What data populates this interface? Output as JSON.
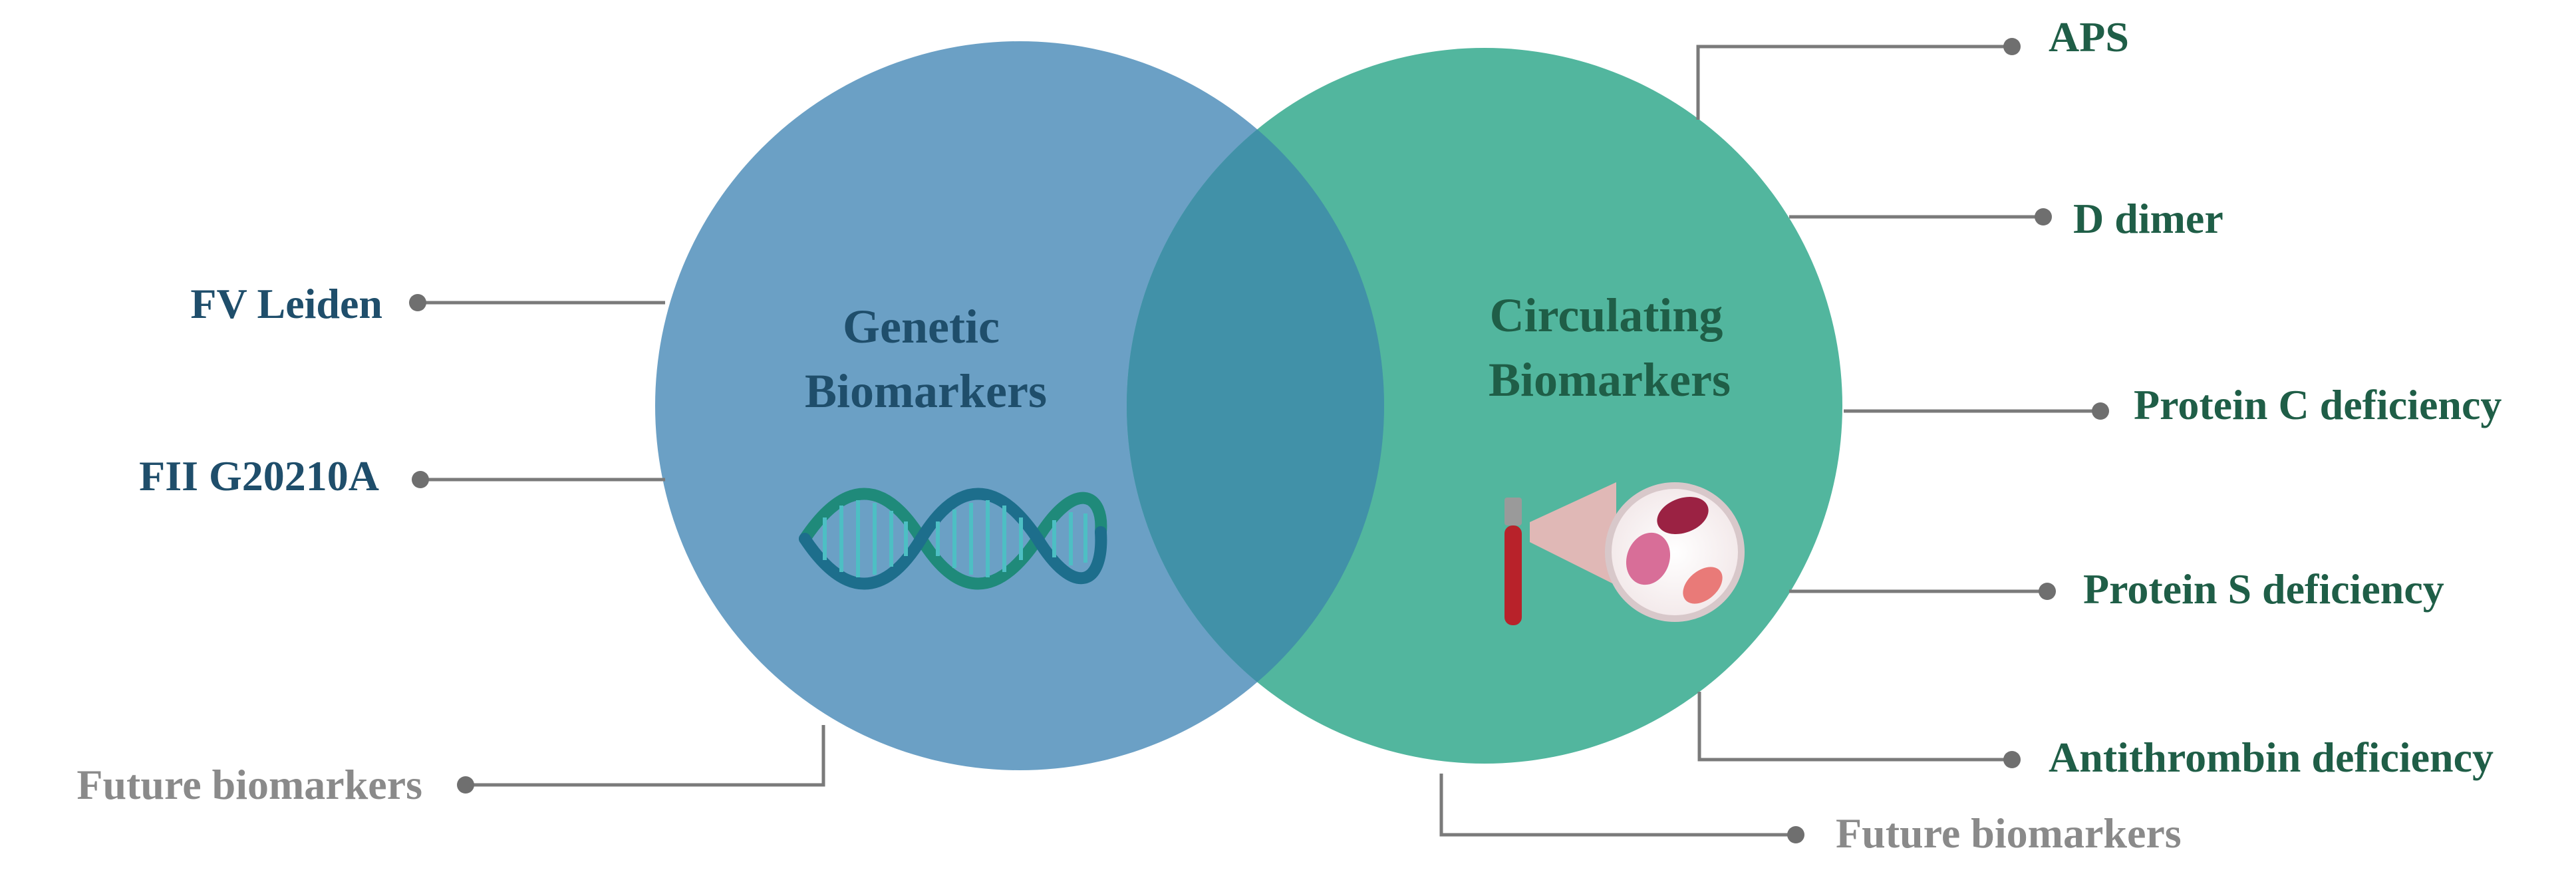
{
  "colors": {
    "genetic_circle": "#5b96bf",
    "circulating_circle": "#3fae94",
    "overlap": "#4191a8",
    "genetic_text": "#1f4e6b",
    "circulating_text": "#1f5e47",
    "future_text": "#8a8a8a",
    "connector": "#7a7a7a"
  },
  "genetic": {
    "title_line1": "Genetic",
    "title_line2": "Biomarkers",
    "icon": "dna-icon",
    "labels": [
      "FV Leiden",
      "FII G20210A"
    ],
    "future": "Future biomarkers"
  },
  "circulating": {
    "title_line1": "Circulating",
    "title_line2": "Biomarkers",
    "icon": "blood-tube-cells-icon",
    "labels": [
      "APS",
      "D dimer",
      "Protein C deficiency",
      "Protein S deficiency",
      "Antithrombin deficiency"
    ],
    "future": "Future biomarkers"
  }
}
